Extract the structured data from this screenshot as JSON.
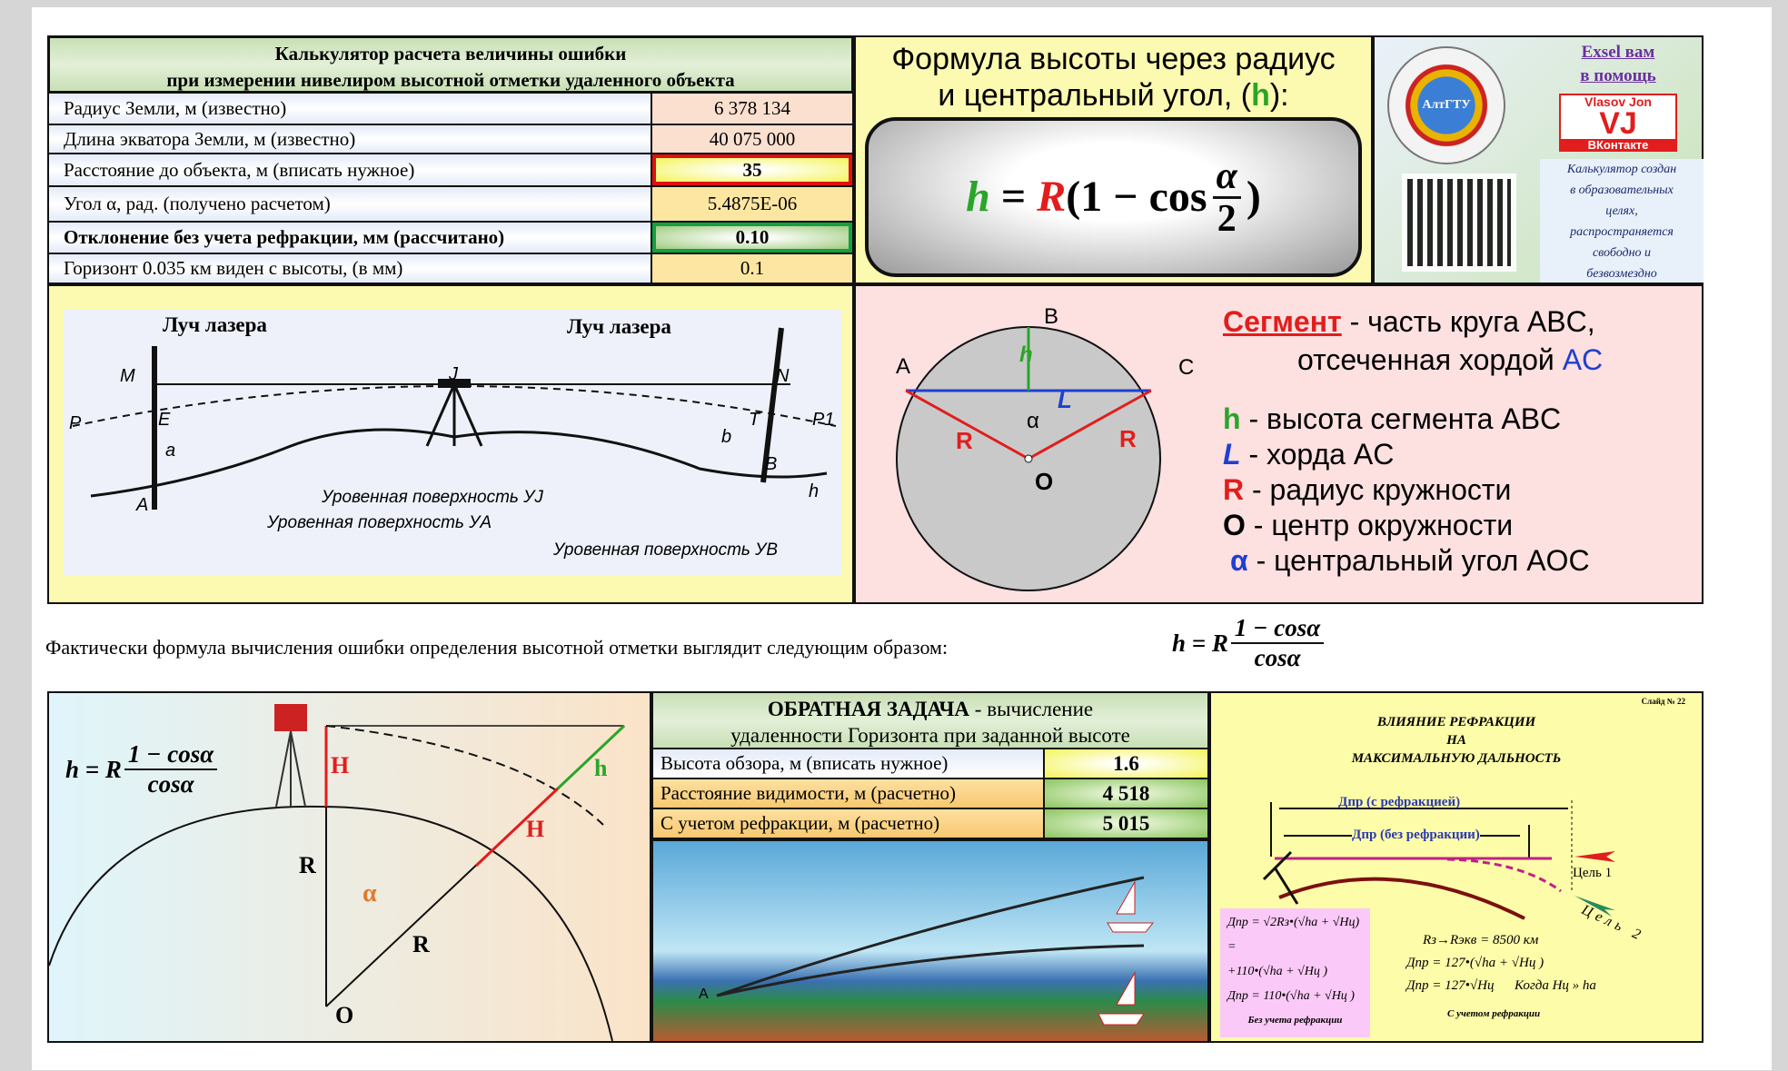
{
  "calculator": {
    "title_line1": "Калькулятор расчета величины ошибки",
    "title_line2": "при измерении нивелиром высотной отметки удаленного объекта",
    "rows": [
      {
        "label": "Радиус Земли, м (известно)",
        "value": "6 378 134"
      },
      {
        "label": "Длина экватора Земли, м (известно)",
        "value": "40 075 000"
      },
      {
        "label": "Расстояние до объекта, м (вписать нужное)",
        "value": "35"
      },
      {
        "label": "Угол α, рад. (получено расчетом)",
        "value": "5.4875E-06"
      },
      {
        "label": "Отклонение без учета рефракции, мм (рассчитано)",
        "value": "0.10"
      },
      {
        "label": "Горизонт 0.035 км виден с высоты, (в мм)",
        "value": "0.1"
      }
    ]
  },
  "formula_panel": {
    "title_line1": "Формула высоты через радиус",
    "title_line2_pre": "и центральный угол, (",
    "title_h": "h",
    "title_line2_post": "):",
    "formula_h": "h",
    "formula_eq": "=",
    "formula_R": "R",
    "formula_rest": "(1 − cos",
    "formula_alpha": "α",
    "formula_two": "2",
    "formula_close": ")"
  },
  "branding": {
    "link_line1": "Exsel вам",
    "link_line2": "в помощь",
    "vj_top": "Vlasov Jon",
    "vj_mid": "VJ",
    "vj_bottom": "ВКонтакте",
    "logo_text": "АлтГТУ",
    "note": [
      "Калькулятор создан",
      "в образовательных",
      "целях,",
      "распространяется",
      "свободно и",
      "безвозмездно"
    ]
  },
  "laser_diagram": {
    "beam_left": "Луч лазера",
    "beam_right": "Луч лазера",
    "surface_j": "Уровенная поверхность УJ",
    "surface_a": "Уровенная поверхность УA",
    "surface_b": "Уровенная поверхность УB",
    "points": [
      "M",
      "J",
      "N",
      "P",
      "P1",
      "E",
      "T",
      "a",
      "b",
      "A",
      "B",
      "h"
    ]
  },
  "segment": {
    "points": [
      "A",
      "B",
      "C",
      "O"
    ],
    "h": "h",
    "L": "L",
    "R": "R",
    "alpha": "α",
    "title_word": "Сегмент",
    "title_rest": " - часть круга ABC,",
    "title_line2": "отсеченная хордой ",
    "title_chord": "AC",
    "legend": [
      {
        "sym": "h",
        "text": " -  высота сегмента ABC",
        "color": "#2aa52a"
      },
      {
        "sym": "L",
        "text": " - хорда AC",
        "color": "#1f3fd0"
      },
      {
        "sym": "R",
        "text": " - радиус кружности",
        "color": "#e21d1d"
      },
      {
        "sym": "O",
        "text": " - центр окружности",
        "color": "#111111"
      },
      {
        "sym": "α",
        "text": " - центральный угол AOC",
        "color": "#1f3fd0"
      }
    ]
  },
  "note_line": "Фактически формула вычисления ошибки определения высотной отметки выглядит следующим образом:",
  "formula2": {
    "lhs": "h = R",
    "num": "1 − cosα",
    "den": "cosα"
  },
  "earth_diagram": {
    "formula_lhs": "h = R",
    "num": "1 − cosα",
    "den": "cosα",
    "H": "H",
    "h": "h",
    "R": "R",
    "alpha": "α",
    "O": "O"
  },
  "inverse": {
    "title_bold": "ОБРАТНАЯ ЗАДАЧА",
    "title_rest": " - вычисление",
    "title_line2": "удаленности Горизонта при заданной высоте",
    "rows": [
      {
        "label": "Высота обзора, м (вписать нужное)",
        "value": "1.6"
      },
      {
        "label": "Расстояние видимости, м (расчетно)",
        "value": "4 518"
      },
      {
        "label": "С учетом рефракции, м (расчетно)",
        "value": "5 015"
      }
    ],
    "point_A": "A"
  },
  "refraction": {
    "slide": "Слайд № 22",
    "title": [
      "ВЛИЯНИЕ РЕФРАКЦИИ",
      "НА",
      "МАКСИМАЛЬНУЮ ДАЛЬНОСТЬ"
    ],
    "with_ref": "Дпр (с рефракцией)",
    "without_ref": "Дпр (без рефракции)",
    "target1": "Цель 1",
    "target2": "Цель 2",
    "f_left": [
      "Дпр = √2Rз•(√ha + √Hц) =",
      "+110•(√ha + √Hц )",
      "Дпр = 110•(√ha + √Hц )"
    ],
    "left_caption": "Без учета рефракции",
    "f_right": [
      "Rз→Rэкв = 8500 км",
      "Дпр = 127•(√ha + √Hц )",
      "Дпр = 127•√Hц"
    ],
    "when": "Когда Hц » ha",
    "right_caption": "С учетом рефракции"
  }
}
